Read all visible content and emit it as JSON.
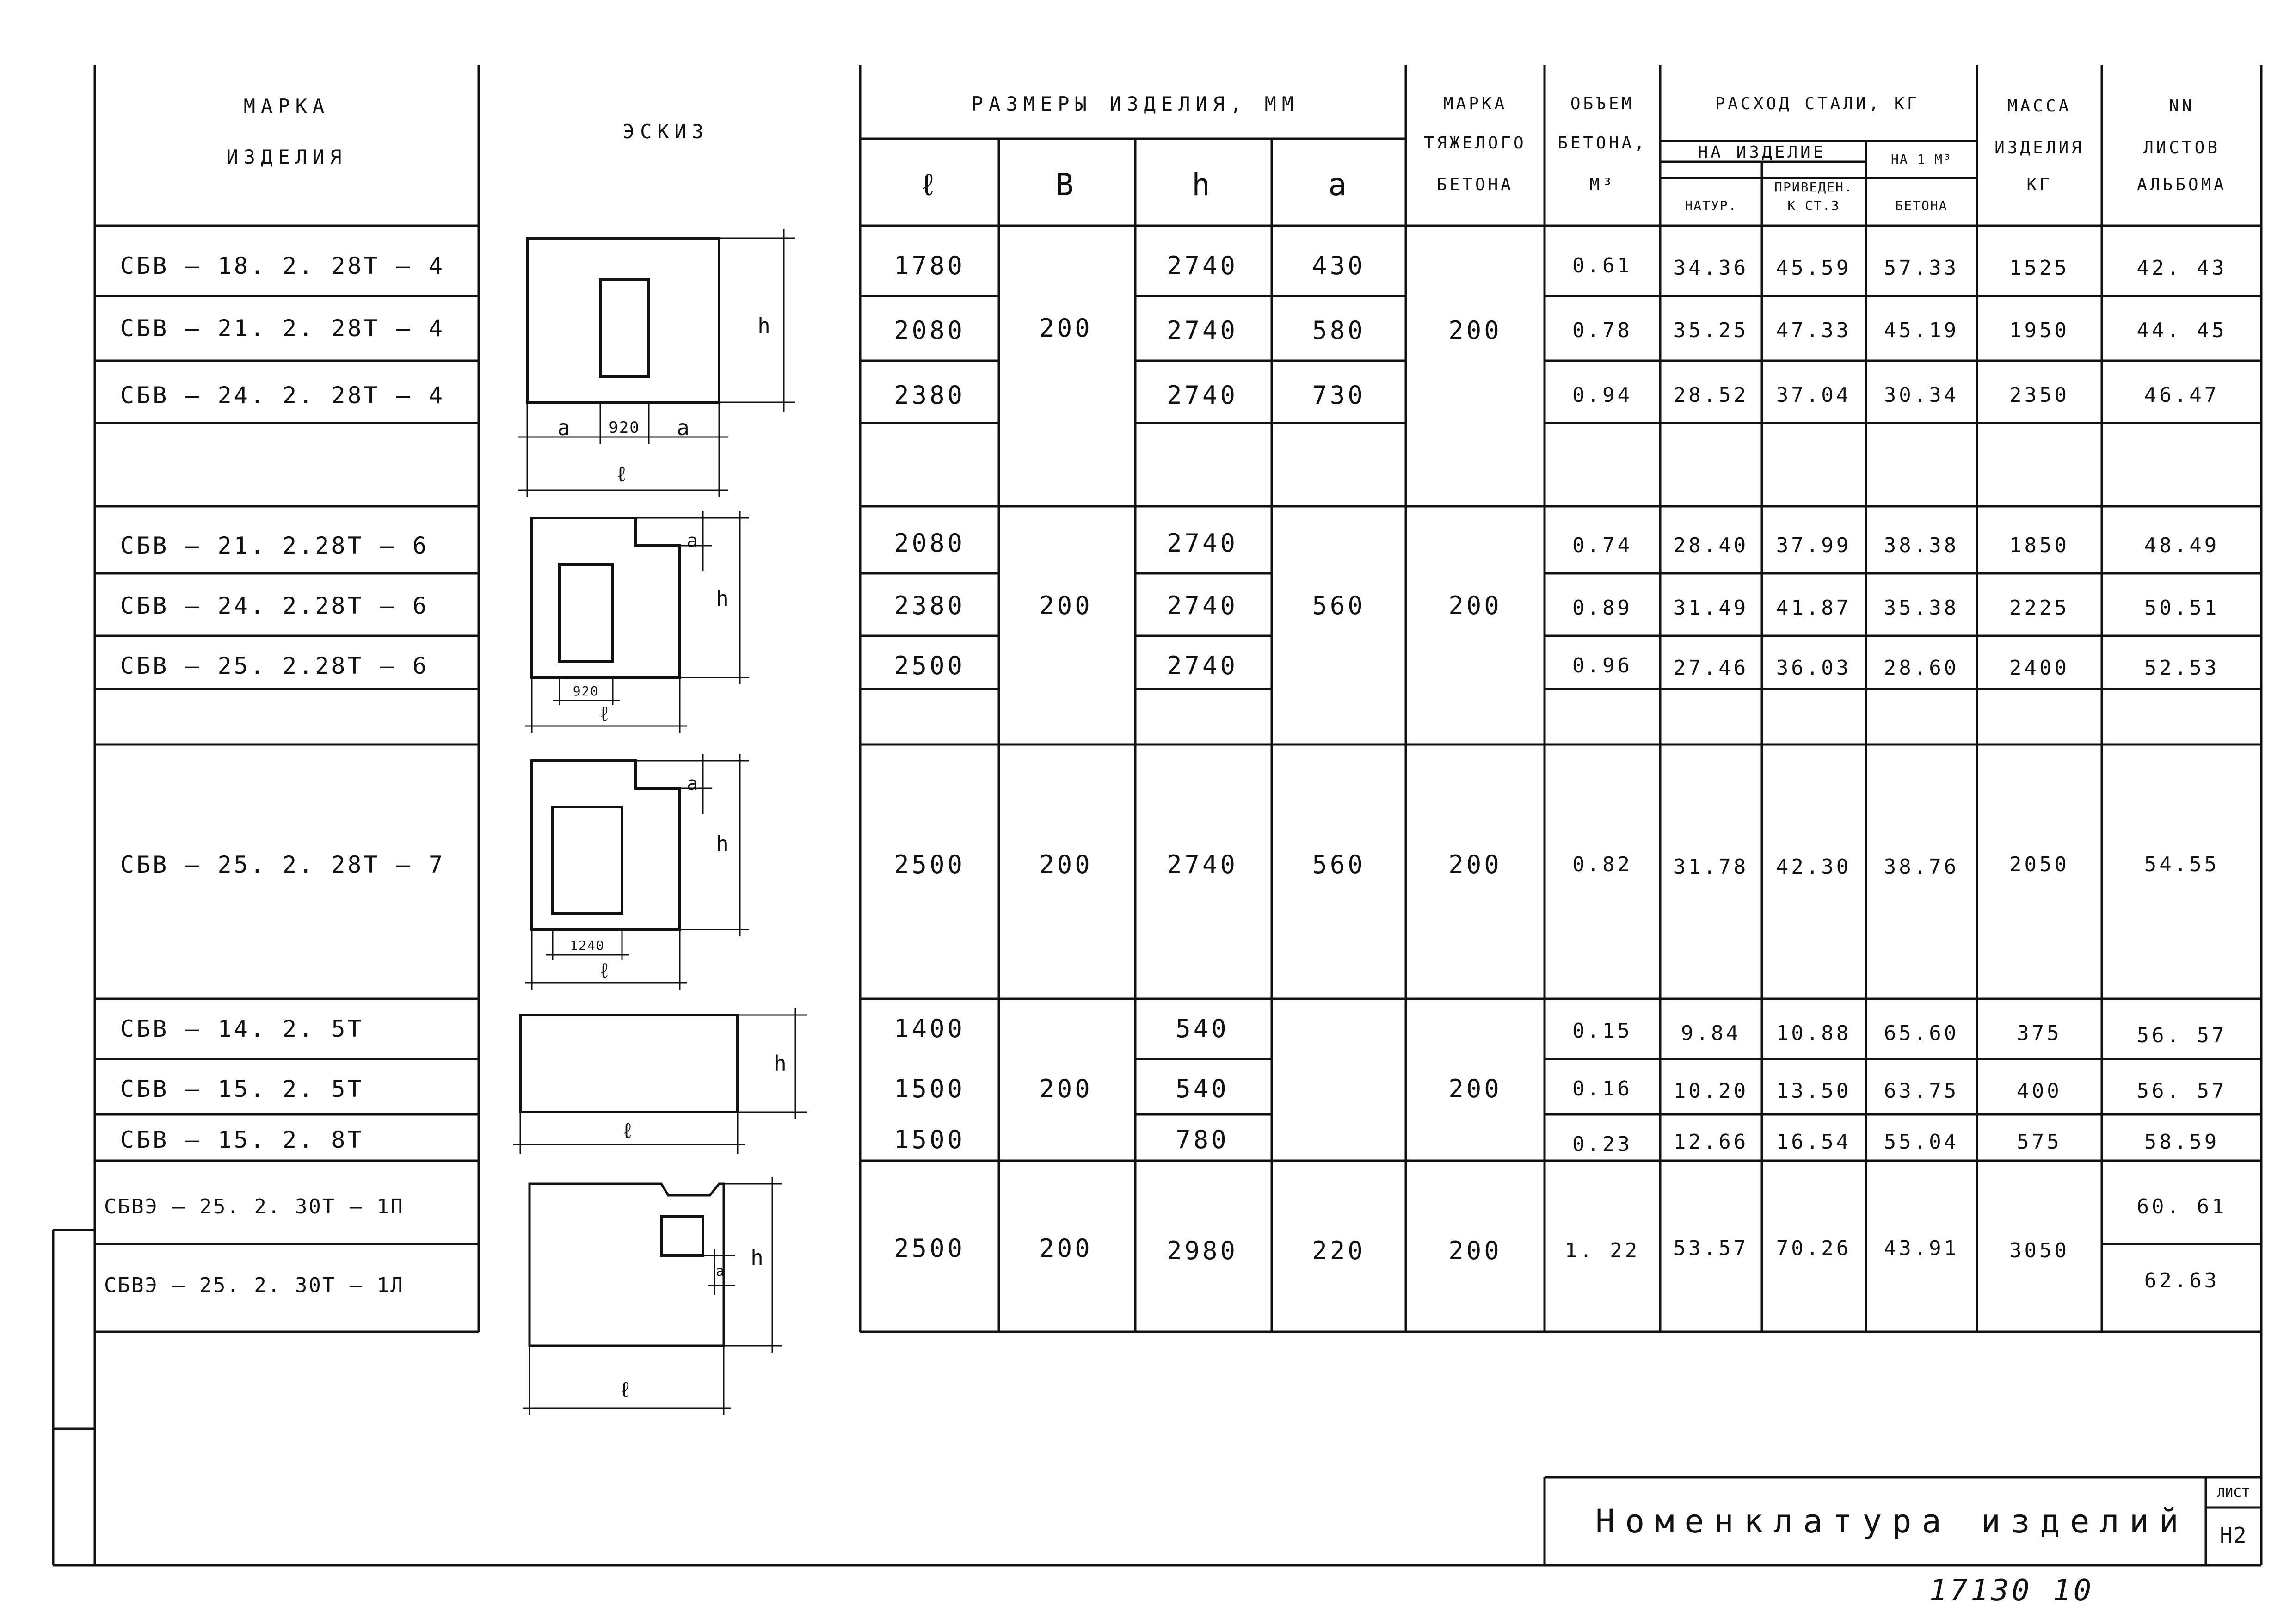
{
  "header": {
    "mark": [
      "МАРКА",
      "ИЗДЕЛИЯ"
    ],
    "sketch": "ЭСКИЗ",
    "sizes": "РАЗМЕРЫ ИЗДЕЛИЯ, ММ",
    "dim_l": "ℓ",
    "dim_b": "В",
    "dim_h": "h",
    "dim_a": "a",
    "concrete_grade": [
      "МАРКА",
      "ТЯЖЕЛОГО",
      "БЕТОНА"
    ],
    "volume": [
      "ОБЪЕМ",
      "БЕТОНА,",
      "М³"
    ],
    "steel": "РАСХОД СТАЛИ, КГ",
    "per_item": "НА ИЗДЕЛИЕ",
    "natural": "НАТУР.",
    "reduced": [
      "ПРИВЕДЕН.",
      "К СТ.3"
    ],
    "per_m3": [
      "НА 1 М³",
      "БЕТОНА"
    ],
    "mass": [
      "МАССА",
      "ИЗДЕЛИЯ",
      "КГ"
    ],
    "sheets": [
      "NN",
      "ЛИСТОВ",
      "АЛЬБОМА"
    ]
  },
  "rows": [
    {
      "mark": "СБВ — 18. 2. 28Т — 4",
      "l": "1780",
      "h": "2740",
      "a": "430",
      "vol": "0.61",
      "nat": "34.36",
      "red": "45.59",
      "m3": "57.33",
      "mass": "1525",
      "sheets": "42. 43"
    },
    {
      "mark": "СБВ — 21. 2. 28Т — 4",
      "l": "2080",
      "h": "2740",
      "a": "580",
      "vol": "0.78",
      "nat": "35.25",
      "red": "47.33",
      "m3": "45.19",
      "mass": "1950",
      "sheets": "44. 45"
    },
    {
      "mark": "СБВ — 24. 2. 28Т — 4",
      "l": "2380",
      "h": "2740",
      "a": "730",
      "vol": "0.94",
      "nat": "28.52",
      "red": "37.04",
      "m3": "30.34",
      "mass": "2350",
      "sheets": "46.47"
    },
    {
      "mark": "СБВ — 21. 2.28Т — 6",
      "l": "2080",
      "h": "2740",
      "vol": "0.74",
      "nat": "28.40",
      "red": "37.99",
      "m3": "38.38",
      "mass": "1850",
      "sheets": "48.49"
    },
    {
      "mark": "СБВ — 24. 2.28Т — 6",
      "l": "2380",
      "h": "2740",
      "vol": "0.89",
      "nat": "31.49",
      "red": "41.87",
      "m3": "35.38",
      "mass": "2225",
      "sheets": "50.51"
    },
    {
      "mark": "СБВ — 25. 2.28Т — 6",
      "l": "2500",
      "h": "2740",
      "vol": "0.96",
      "nat": "27.46",
      "red": "36.03",
      "m3": "28.60",
      "mass": "2400",
      "sheets": "52.53"
    },
    {
      "mark": "СБВ — 25. 2. 28Т — 7",
      "l": "2500",
      "b": "200",
      "h": "2740",
      "a": "560",
      "grade": "200",
      "vol": "0.82",
      "nat": "31.78",
      "red": "42.30",
      "m3": "38.76",
      "mass": "2050",
      "sheets": "54.55"
    },
    {
      "mark": "СБВ — 14.  2. 5Т",
      "l": "1400",
      "h": "540",
      "vol": "0.15",
      "nat": "9.84",
      "red": "10.88",
      "m3": "65.60",
      "mass": "375",
      "sheets": "56. 57"
    },
    {
      "mark": "СБВ — 15.  2. 5Т",
      "l": "1500",
      "h": "540",
      "vol": "0.16",
      "nat": "10.20",
      "red": "13.50",
      "m3": "63.75",
      "mass": "400",
      "sheets": "56. 57"
    },
    {
      "mark": "СБВ — 15.  2. 8Т",
      "l": "1500",
      "h": "780",
      "vol": "0.23",
      "nat": "12.66",
      "red": "16.54",
      "m3": "55.04",
      "mass": "575",
      "sheets": "58.59"
    },
    {
      "mark": "СБВЭ — 25.  2. 30Т — 1П",
      "sheets": "60. 61"
    },
    {
      "mark": "СБВЭ — 25.  2. 30Т — 1Л",
      "sheets": "62.63"
    }
  ],
  "groups": [
    {
      "b": "200",
      "grade": "200"
    },
    {
      "b": "200",
      "a": "560",
      "grade": "200"
    },
    {
      "b": "200",
      "grade": "200"
    },
    {
      "l": "2500",
      "b": "200",
      "h": "2980",
      "a": "220",
      "grade": "200",
      "vol": "1. 22",
      "nat": "53.57",
      "red": "70.26",
      "m3": "43.91",
      "mass": "3050"
    }
  ],
  "sketch_labels": {
    "a": "a",
    "h": "h",
    "l": "ℓ",
    "w920": "920",
    "w920b": "920",
    "w1240": "1240"
  },
  "footer": {
    "title": "Номенклатура изделий",
    "sheet_label": "ЛИСТ",
    "sheet_no": "Н2",
    "stamp": "17130 10"
  }
}
